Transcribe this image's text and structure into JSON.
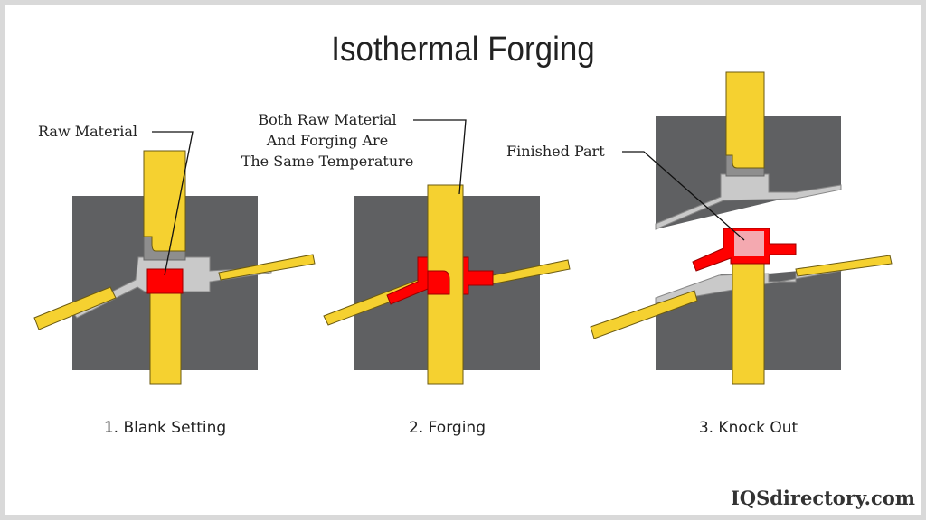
{
  "title": "Isothermal Forging",
  "callouts": {
    "raw_material": "Raw Material",
    "same_temp": [
      "Both Raw Material",
      "And Forging Are",
      "The Same Temperature"
    ],
    "finished_part": "Finished Part"
  },
  "steps": [
    "1. Blank Setting",
    "2. Forging",
    "3. Knock Out"
  ],
  "watermark": "IQSdirectory.com",
  "colors": {
    "die": "#5f6062",
    "punch": "#f5d130",
    "cavity": "#c9c9c9",
    "workpiece": "#ff0000",
    "part_fill": "#f4a9b0"
  }
}
